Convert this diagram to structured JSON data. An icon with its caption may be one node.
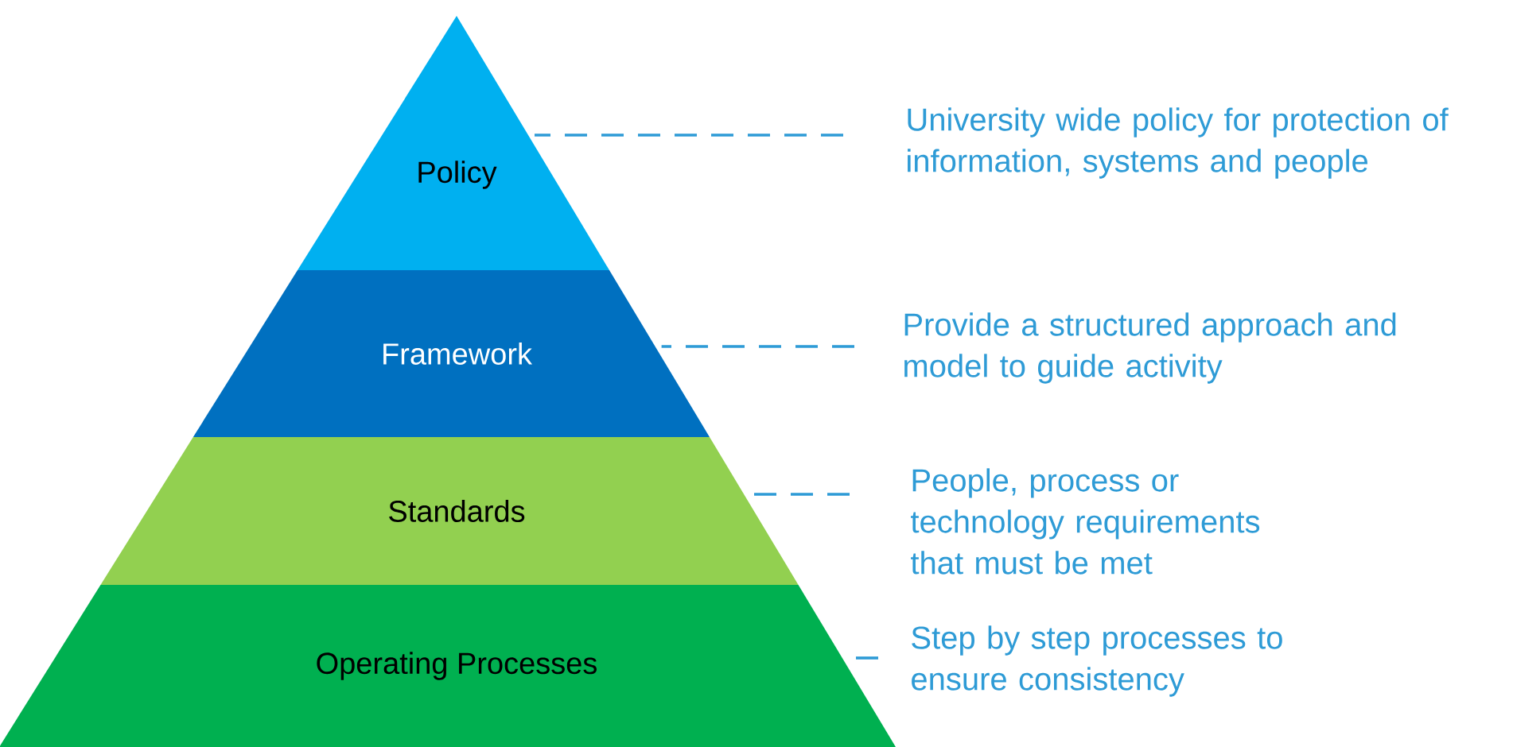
{
  "diagram": {
    "nodes": [
      {
        "text": [
          "Policy"
        ]
      },
      {
        "text": [
          "Framework"
        ]
      },
      {
        "text": [
          "Standards"
        ]
      },
      {
        "text": [
          "Operating Processes"
        ]
      },
      {
        "text": [
          "University wide policy for protection of information, systems and people"
        ]
      },
      {
        "text": [
          "Provide a structured approach and model to guide activity"
        ]
      },
      {
        "text": [
          "People, process or technology requirements that must be met"
        ]
      },
      {
        "text": [
          "Step by step processes to ensure consistency"
        ]
      }
    ],
    "edges": [
      {
        "from": 4,
        "to": 0,
        "arrow": "none",
        "style": "dashed"
      },
      {
        "from": 5,
        "to": 1,
        "arrow": "none",
        "style": "dashed"
      },
      {
        "from": 6,
        "to": 2,
        "arrow": "none",
        "style": "dashed"
      },
      {
        "from": 7,
        "to": 3,
        "arrow": "none",
        "style": "dashed"
      }
    ]
  }
}
